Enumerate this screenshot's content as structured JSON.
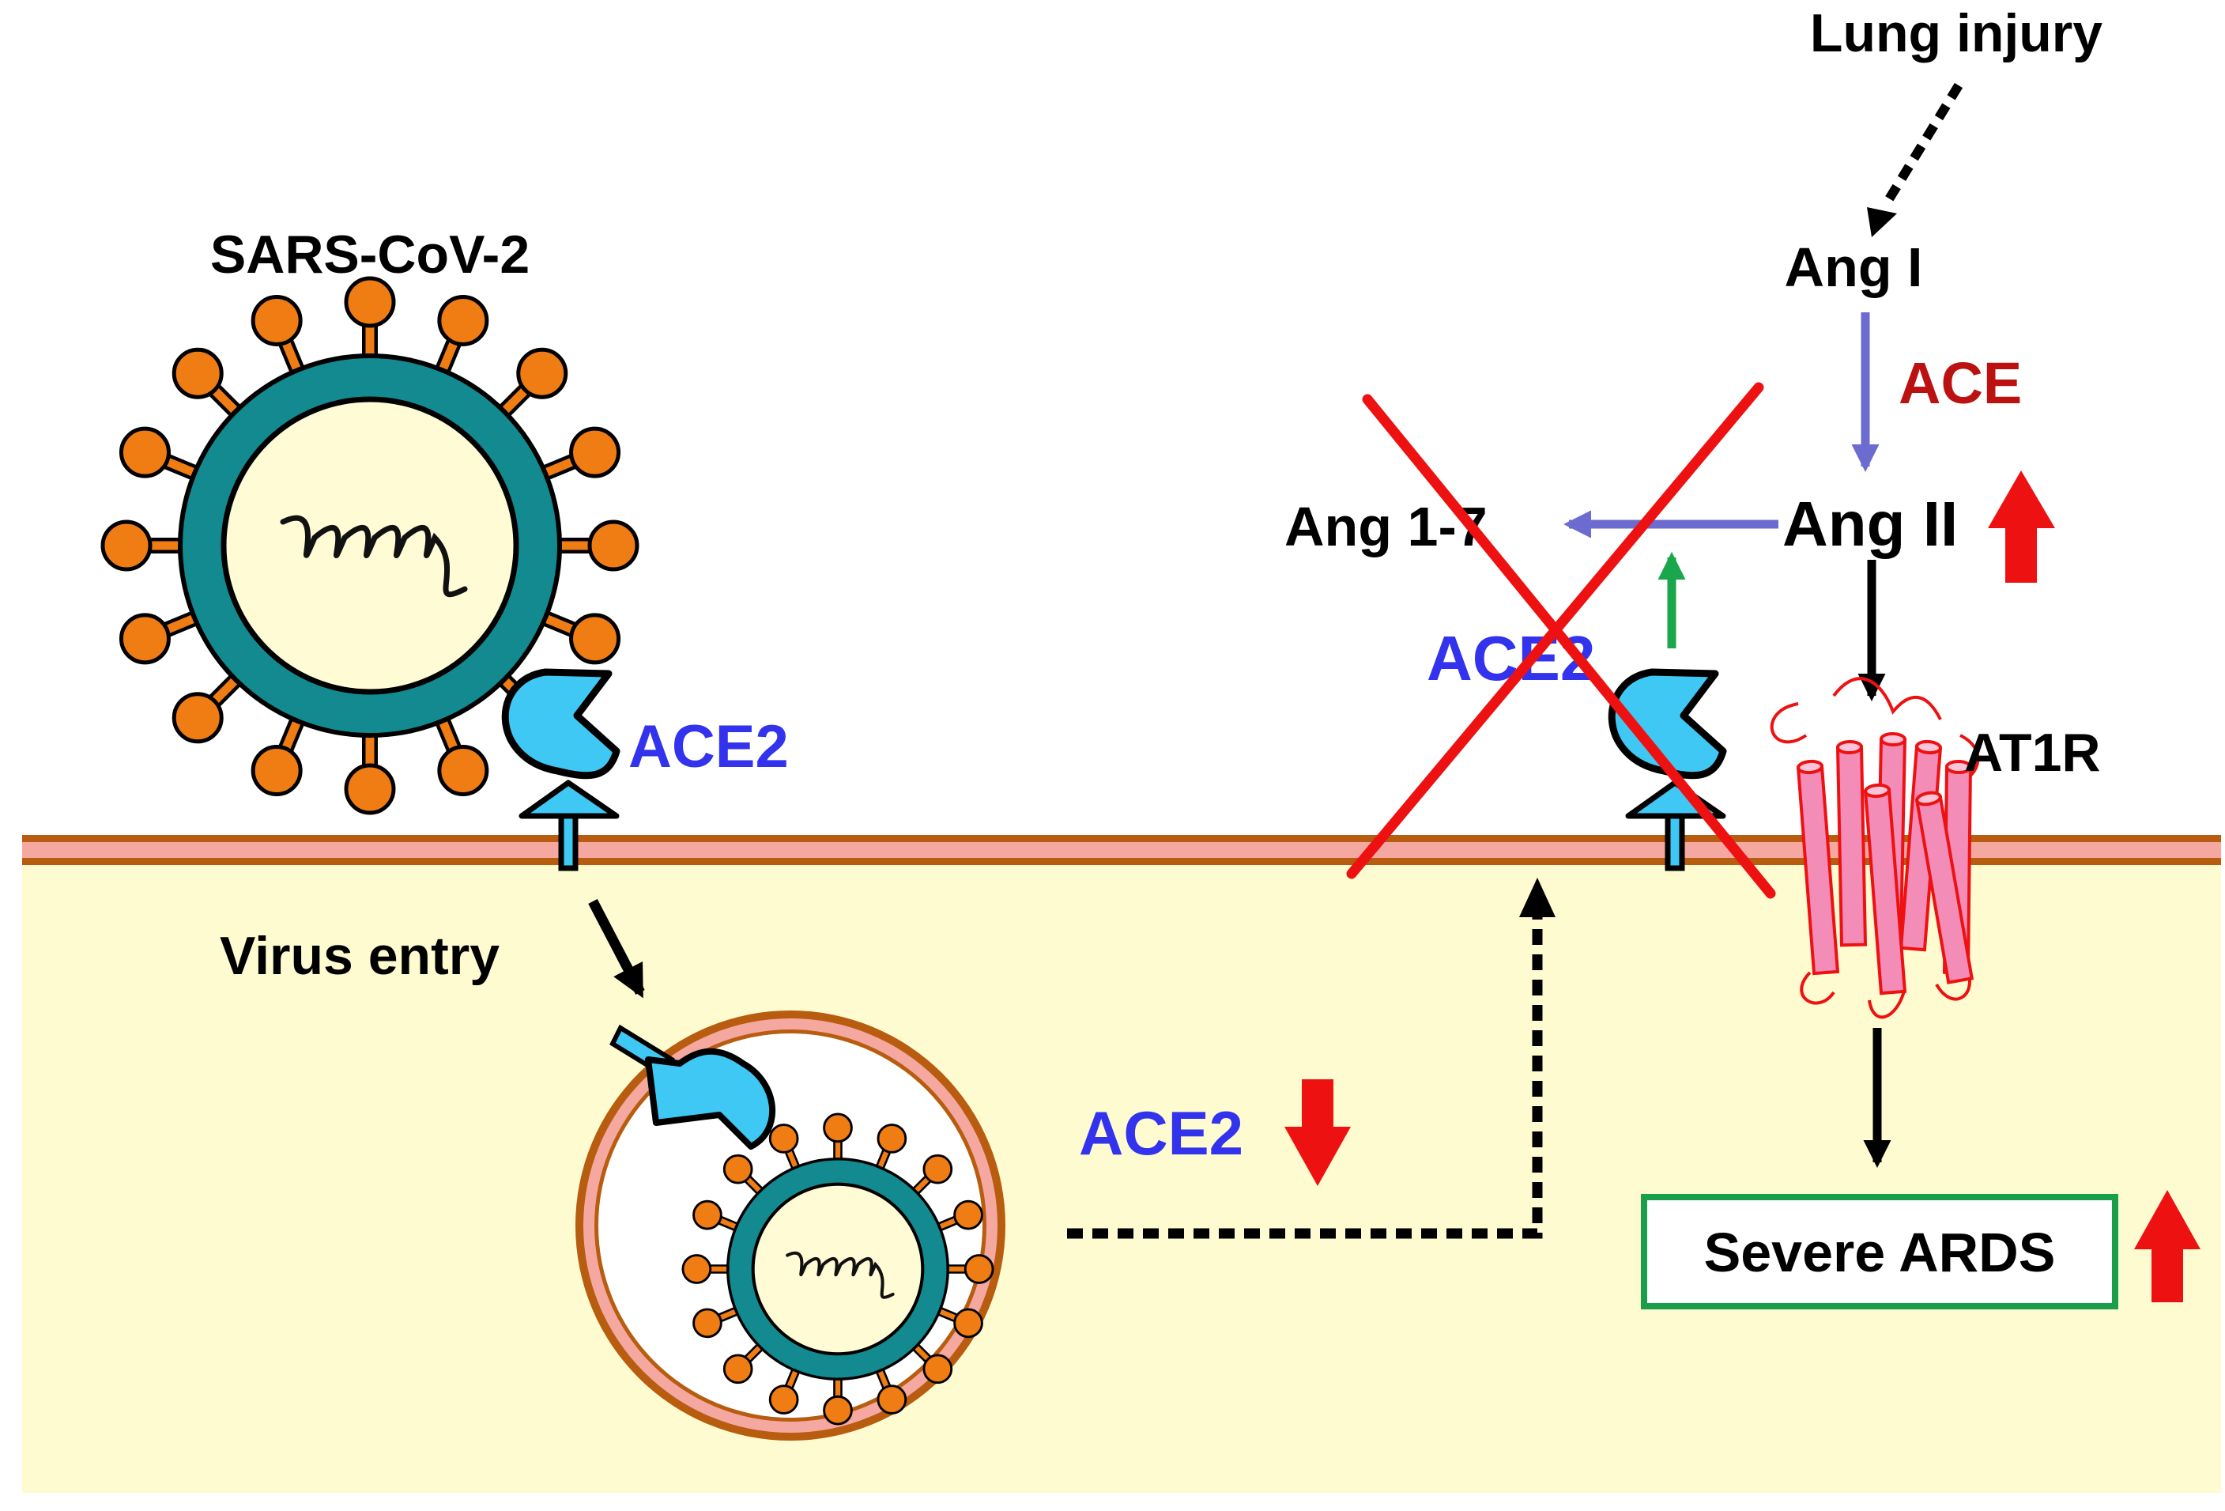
{
  "labels": {
    "virus_name": "SARS-CoV-2",
    "ace2_receptor": "ACE2",
    "virus_entry": "Virus entry",
    "ace2_down": "ACE2",
    "lung_injury": "Lung injury",
    "ang1": "Ang I",
    "ace": "ACE",
    "ang2": "Ang II",
    "ang17": "Ang 1-7",
    "ace2_blocked": "ACE2",
    "at1r": "AT1R",
    "severe_ards": "Severe ARDS"
  },
  "colors": {
    "cytoplasm": "#fffbd0",
    "membrane_outer": "#b85c10",
    "membrane_inner": "#f4a8a0",
    "virus_envelope": "#128a90",
    "virus_core": "#fffbd5",
    "spike": "#f07c14",
    "receptor": "#3fc8f4",
    "ace2_text": "#3333ee",
    "ace_text": "#bb1111",
    "enzyme_arrow": "#6c6cd0",
    "activation_arrow": "#1aa64a",
    "inhibition_cross": "#ee1111",
    "up_down_arrow": "#ee1111",
    "at1r_helix": "#f48cb8",
    "ards_box_border": "#1a9e4a"
  }
}
